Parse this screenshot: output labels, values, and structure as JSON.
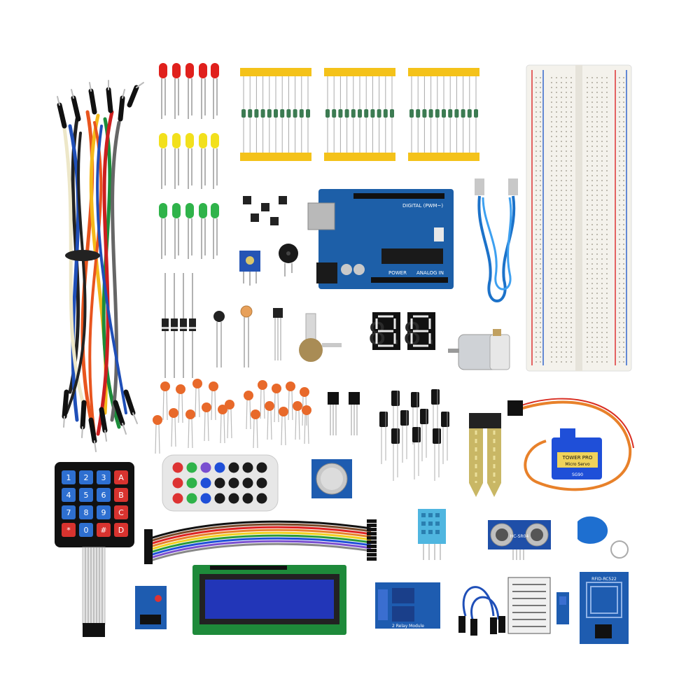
{
  "keypad": {
    "keys": [
      [
        "1",
        "2",
        "3",
        "A"
      ],
      [
        "4",
        "5",
        "6",
        "B"
      ],
      [
        "7",
        "8",
        "9",
        "C"
      ],
      [
        "*",
        "0",
        "#",
        "D"
      ]
    ]
  },
  "arduino": {
    "digital_label": "DIGITAL (PWM~)",
    "power_label": "POWER",
    "analog_label": "ANALOG IN"
  },
  "servo": {
    "brand": "TOWER PRO",
    "model": "Micro Servo",
    "number": "SG90"
  },
  "seven_segment": {
    "digits": [
      "8.",
      "8."
    ]
  },
  "relay": {
    "caption": "2 Relay Module"
  },
  "rfid": {
    "label": "RFID-RC522"
  },
  "ultrasonic": {
    "label": "HC-SR04"
  },
  "colors": {
    "board_blue": "#1d5fa8",
    "keypad_blue": "#2e6fd0",
    "keypad_red": "#d8332f",
    "led_red": "#e0201c",
    "led_yellow": "#f2e01c",
    "led_green": "#2fb34a",
    "resistor_tape": "#f4c21a",
    "ceramic_cap": "#e8692a",
    "lcd_blue": "#2236b8",
    "servo_blue": "#1f4fd8"
  }
}
